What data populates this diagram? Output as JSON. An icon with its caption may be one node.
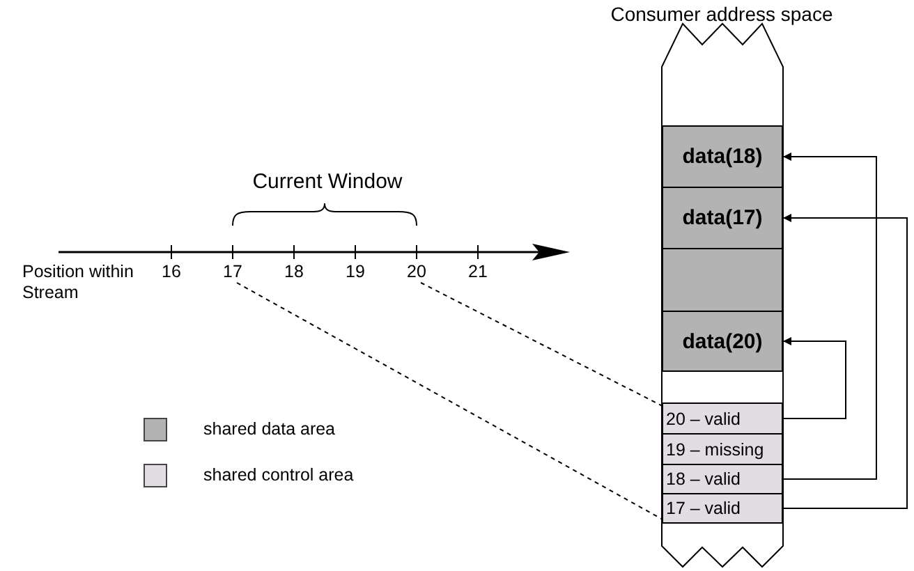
{
  "diagram": {
    "nodes": [
      {
        "text": [
          "Consumer address space"
        ]
      },
      {
        "text": [
          "data(18)"
        ],
        "in": 0
      },
      {
        "text": [
          "data(17)"
        ],
        "in": 0
      },
      {
        "text": [],
        "shape": "box",
        "in": 0
      },
      {
        "text": [
          "data(20)"
        ],
        "in": 0
      },
      {
        "text": [
          "20 – valid"
        ],
        "in": 0
      },
      {
        "text": [
          "19 – missing"
        ],
        "in": 0
      },
      {
        "text": [
          "18 – valid"
        ],
        "in": 0
      },
      {
        "text": [
          "17 – valid"
        ],
        "in": 0
      },
      {
        "text": [
          "17"
        ]
      },
      {
        "text": [
          "20"
        ]
      }
    ],
    "edges": [
      {
        "from": 5,
        "to": 4,
        "arrow": "to"
      },
      {
        "from": 7,
        "to": 1,
        "arrow": "to"
      },
      {
        "from": 8,
        "to": 2,
        "arrow": "to"
      },
      {
        "from": 9,
        "to": 8,
        "arrow": "none",
        "style": "dashed"
      },
      {
        "from": 10,
        "to": 5,
        "arrow": "none",
        "style": "dashed"
      }
    ],
    "labels": [
      "Current Window",
      "Position within Stream",
      "16",
      "18",
      "19",
      "21"
    ],
    "legend": [
      {
        "text": "shared data area",
        "color": "#b3b3b3"
      },
      {
        "text": "shared control area",
        "color": "#e2dde2"
      }
    ]
  }
}
